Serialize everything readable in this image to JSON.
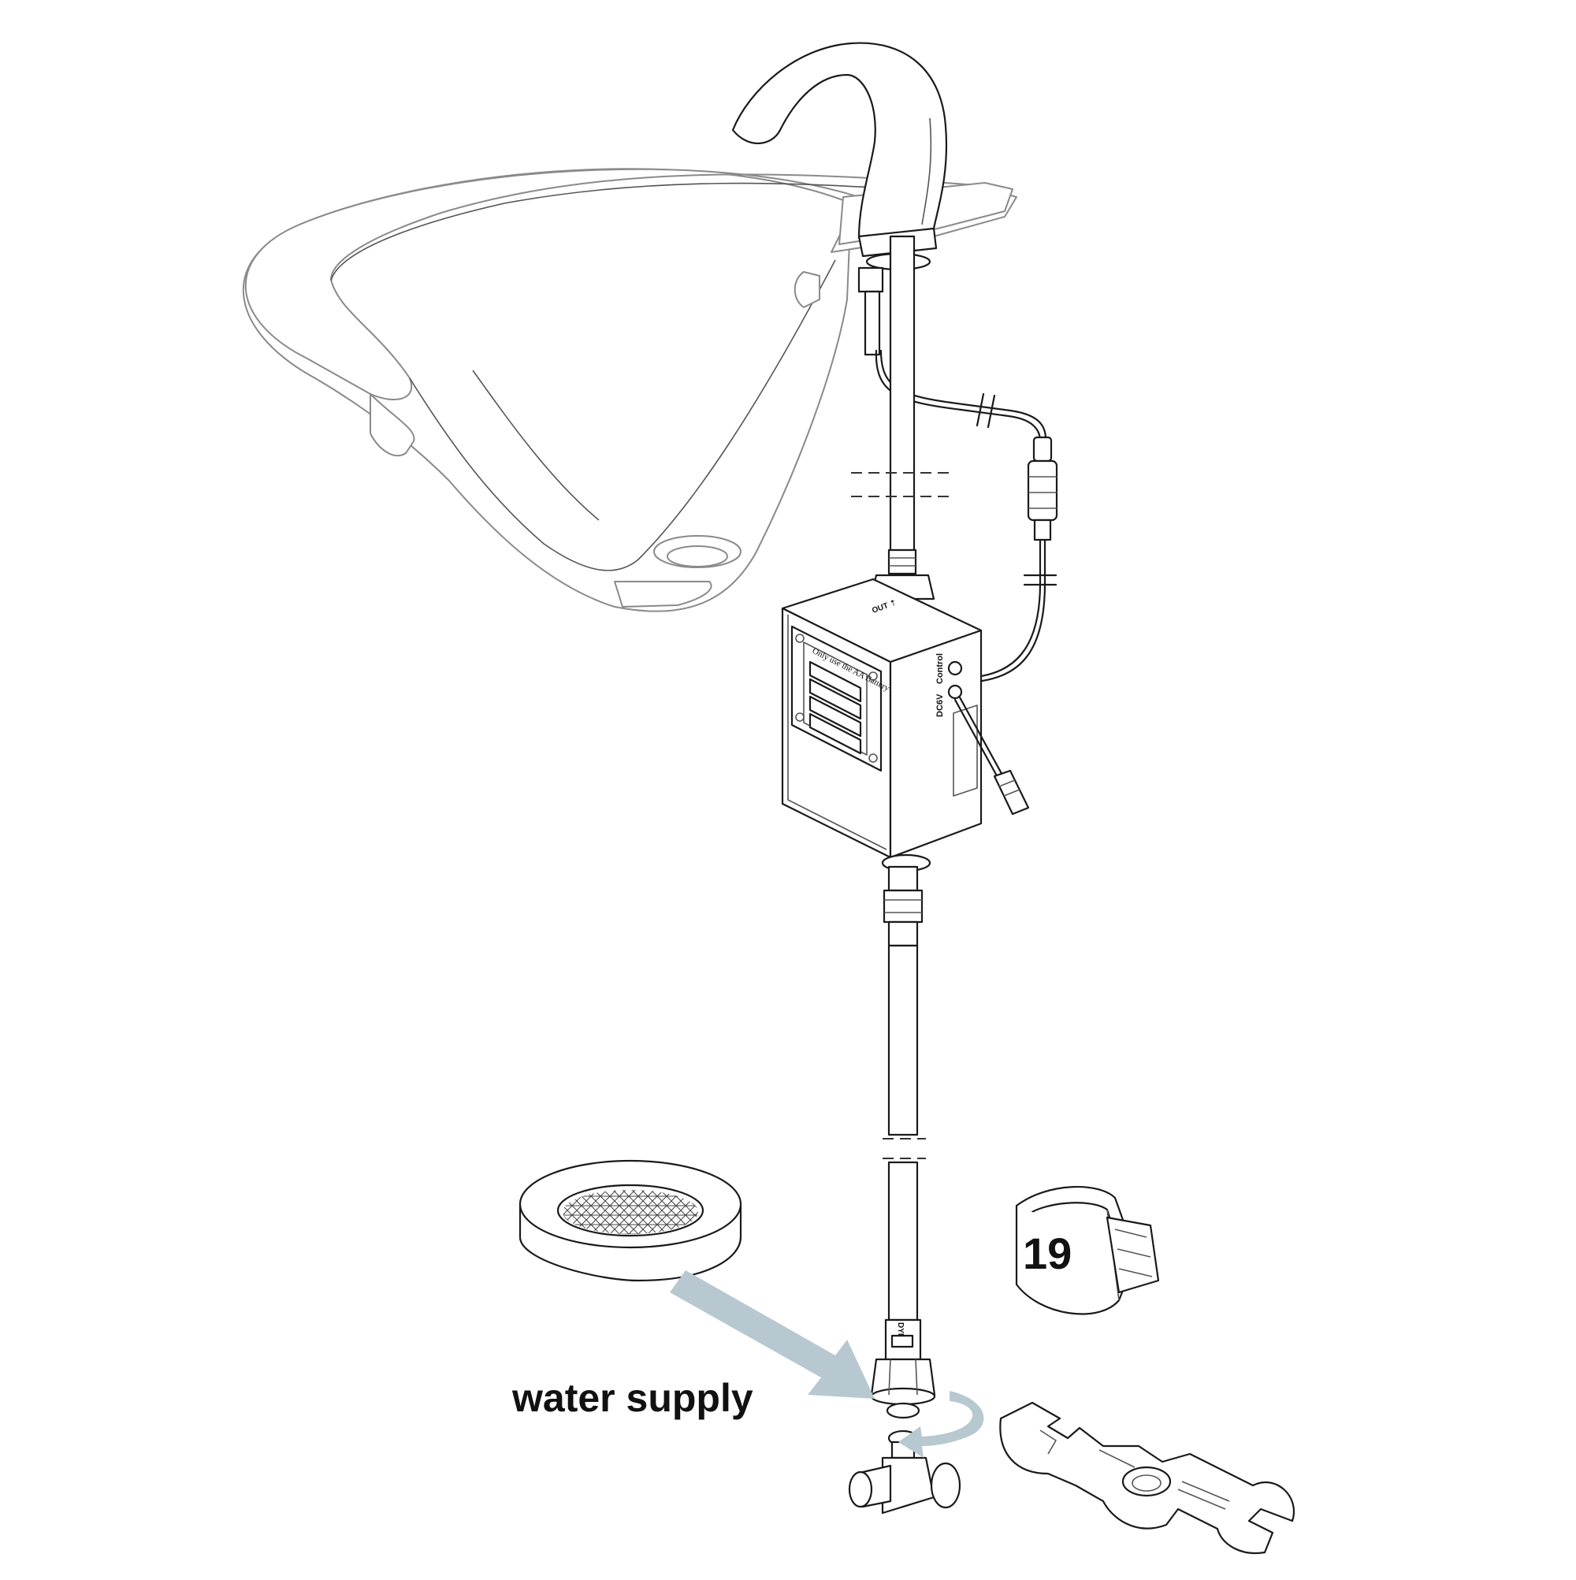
{
  "labels": {
    "water_supply": "water supply",
    "wrench_size": "19"
  },
  "control_box": {
    "battery_notice": "Only use the AA Battery",
    "port_control": "Control",
    "port_power": "DC6V",
    "outlet_marks": "OUT ⇡"
  },
  "hose_mark": "DYMIN"
}
